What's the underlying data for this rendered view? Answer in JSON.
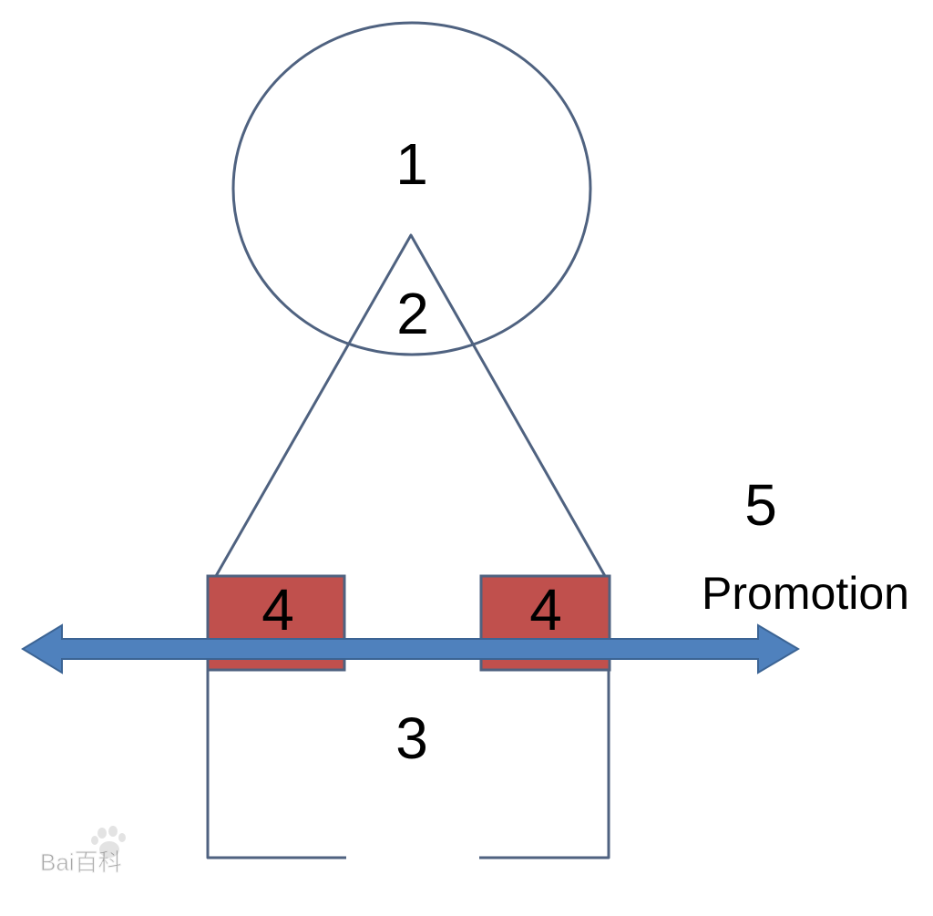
{
  "labels": {
    "circle": "1",
    "triangle": "2",
    "base": "3",
    "block_left": "4",
    "block_right": "4",
    "side_number": "5",
    "side_word": "Promotion"
  },
  "watermark": {
    "text": "Bai百科"
  },
  "colors": {
    "outline": "#4f6280",
    "block_fill": "#c0504d",
    "arrow_fill": "#4f81bd",
    "arrow_stroke": "#3c6494",
    "text": "#000000"
  },
  "icons": {
    "arrow": "double-headed-arrow",
    "watermark": "baidu-paw-logo"
  }
}
